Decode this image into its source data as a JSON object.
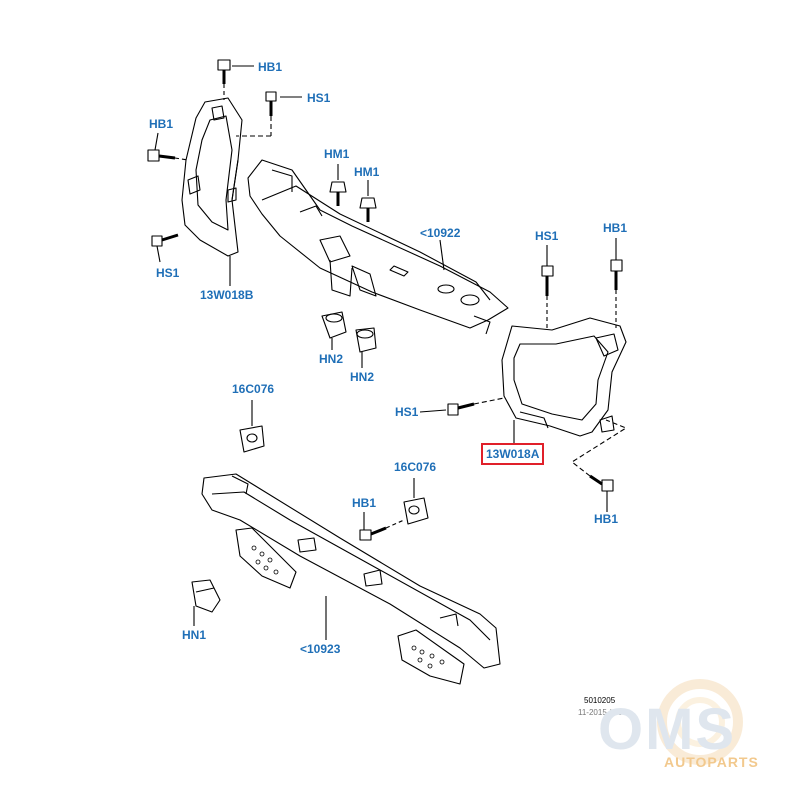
{
  "labels": {
    "hb1_top": "HB1",
    "hs1_top": "HS1",
    "hb1_left": "HB1",
    "hs1_left": "HS1",
    "bracket_left": "13W018B",
    "hm1_a": "HM1",
    "hm1_b": "HM1",
    "carrier_upper": "<10922",
    "hn2_a": "HN2",
    "hn2_b": "HN2",
    "hs1_right": "HS1",
    "hb1_right_top": "HB1",
    "hs1_mid": "HS1",
    "bracket_right": "13W018A",
    "hb1_right_bottom": "HB1",
    "clip_left": "16C076",
    "clip_right": "16C076",
    "hb1_mid": "HB1",
    "nut_hn1": "HN1",
    "beam_lower": "<10923"
  },
  "highlight_color": "#e0202a",
  "label_color": "#1f6fb7",
  "footer": {
    "ref_number": "5010205",
    "ref_date": "11-2015 / 10"
  },
  "watermark": {
    "brand": "OMS",
    "sub": "AUTOPARTS"
  }
}
